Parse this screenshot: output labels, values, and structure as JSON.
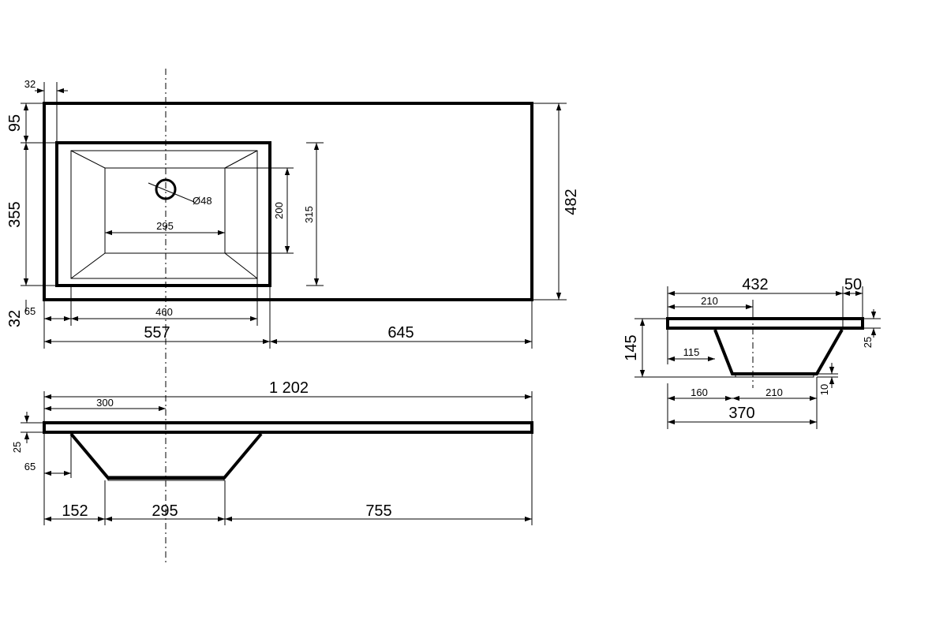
{
  "top_view": {
    "dim_left_offset": "32",
    "dim_top_offset": "95",
    "dim_bowl_height": "355",
    "dim_bottom_offset": "32",
    "dim_bowl_side": "65",
    "dim_bowl_inner_width": "460",
    "dim_left_width": "557",
    "dim_right_width": "645",
    "dim_total_depth": "482",
    "dim_drain": "Ø48",
    "dim_bottom_width": "295",
    "dim_bottom_depth": "200",
    "dim_bowl_depth": "315"
  },
  "front_view": {
    "dim_total_width": "1 202",
    "dim_drain_offset": "300",
    "dim_thickness": "25",
    "dim_wall": "65",
    "dim_left": "152",
    "dim_bottom": "295",
    "dim_right": "755"
  },
  "side_view": {
    "dim_total": "432",
    "dim_back": "50",
    "dim_drain_offset": "210",
    "dim_depth": "145",
    "dim_wall": "115",
    "dim_thickness": "25",
    "dim_base": "10",
    "dim_front": "160",
    "dim_bottom": "210",
    "dim_bowl": "370"
  }
}
